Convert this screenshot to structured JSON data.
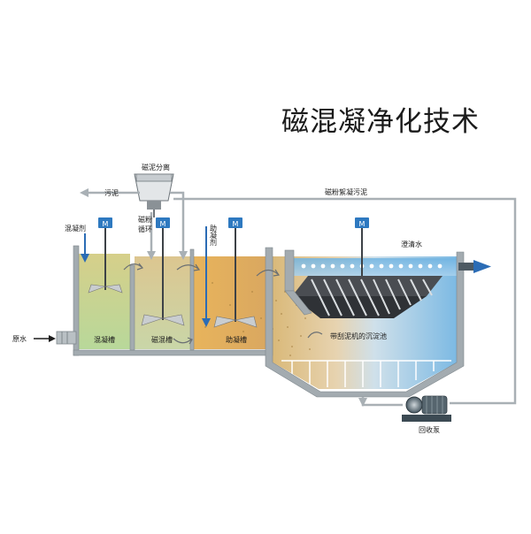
{
  "title": "磁混凝净化技术",
  "labels": {
    "magnetic_separation": "磁泥分离",
    "sludge": "污泥",
    "magnetic_floc_sludge": "磁粉絮凝污泥",
    "coagulant": "混凝剂",
    "magnetic_powder_cycle_1": "磁粉",
    "magnetic_powder_cycle_2": "循环",
    "coagulant_aid": "助凝剂",
    "clear_water": "澄清水",
    "raw_water": "原水",
    "coagulation_tank": "混凝槽",
    "magnetic_tank": "磁混槽",
    "coagulant_aid_tank": "助凝槽",
    "sedimentation_tank": "带刮泥机的沉淀池",
    "recovery_pump": "回收泵",
    "motor": "M"
  },
  "colors": {
    "arrow": "#2b6cb5",
    "wall": "#9aa3a8",
    "pipe": "#a9b0b5"
  }
}
